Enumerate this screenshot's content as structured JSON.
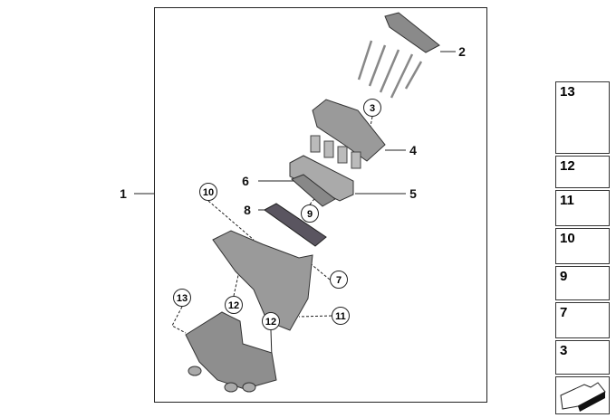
{
  "callouts": {
    "c1": "1",
    "c2": "2",
    "c3": "3",
    "c4": "4",
    "c5": "5",
    "c6": "6",
    "c7": "7",
    "c8": "8",
    "c9": "9",
    "c10": "10",
    "c11": "11",
    "c12a": "12",
    "c12b": "12",
    "c13": "13"
  },
  "legend": [
    {
      "num": "13",
      "icon": "long-bolt-icon"
    },
    {
      "num": "12",
      "icon": "clip-nut-icon"
    },
    {
      "num": "11",
      "icon": "torx-collar-screw-icon"
    },
    {
      "num": "10",
      "icon": "small-screw-icon"
    },
    {
      "num": "9",
      "icon": "hex-nut-icon"
    },
    {
      "num": "7",
      "icon": "torx-screw-icon"
    },
    {
      "num": "3",
      "icon": "washer-icon"
    }
  ],
  "colors": {
    "part": "#9a9a9a",
    "part_dark": "#6e6e6e",
    "part_light": "#c8c8c8",
    "accent_part": "#5a5560"
  }
}
